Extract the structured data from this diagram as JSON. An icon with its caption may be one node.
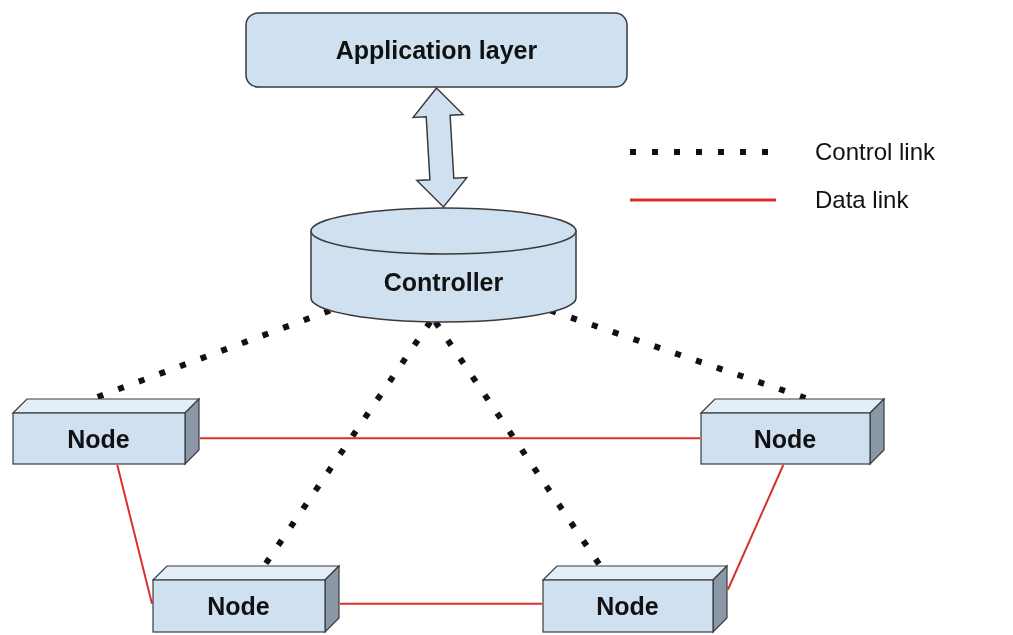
{
  "diagram": {
    "nodes": [
      {
        "text": [
          "Application layer"
        ]
      },
      {
        "text": [
          "Controller"
        ]
      },
      {
        "text": [
          "Node"
        ]
      },
      {
        "text": [
          "Node"
        ]
      },
      {
        "text": [
          "Node"
        ]
      },
      {
        "text": [
          "Node"
        ]
      }
    ],
    "edges": [
      {
        "from": 0,
        "to": 1,
        "arrow": "both",
        "style": "thick"
      },
      {
        "from": 1,
        "to": 2,
        "arrow": "none",
        "style": "dashed"
      },
      {
        "from": 1,
        "to": 4,
        "arrow": "none",
        "style": "dashed"
      },
      {
        "from": 1,
        "to": 5,
        "arrow": "none",
        "style": "dashed"
      },
      {
        "from": 1,
        "to": 3,
        "arrow": "none",
        "style": "dashed"
      },
      {
        "from": 2,
        "to": 3,
        "arrow": "none",
        "color": "#d9302c"
      },
      {
        "from": 2,
        "to": 4,
        "arrow": "none",
        "color": "#d9302c"
      },
      {
        "from": 4,
        "to": 5,
        "arrow": "none",
        "color": "#d9302c"
      },
      {
        "from": 5,
        "to": 3,
        "arrow": "none",
        "color": "#d9302c"
      }
    ],
    "legend": [
      {
        "text": "Control link"
      },
      {
        "text": "Data link"
      }
    ]
  }
}
